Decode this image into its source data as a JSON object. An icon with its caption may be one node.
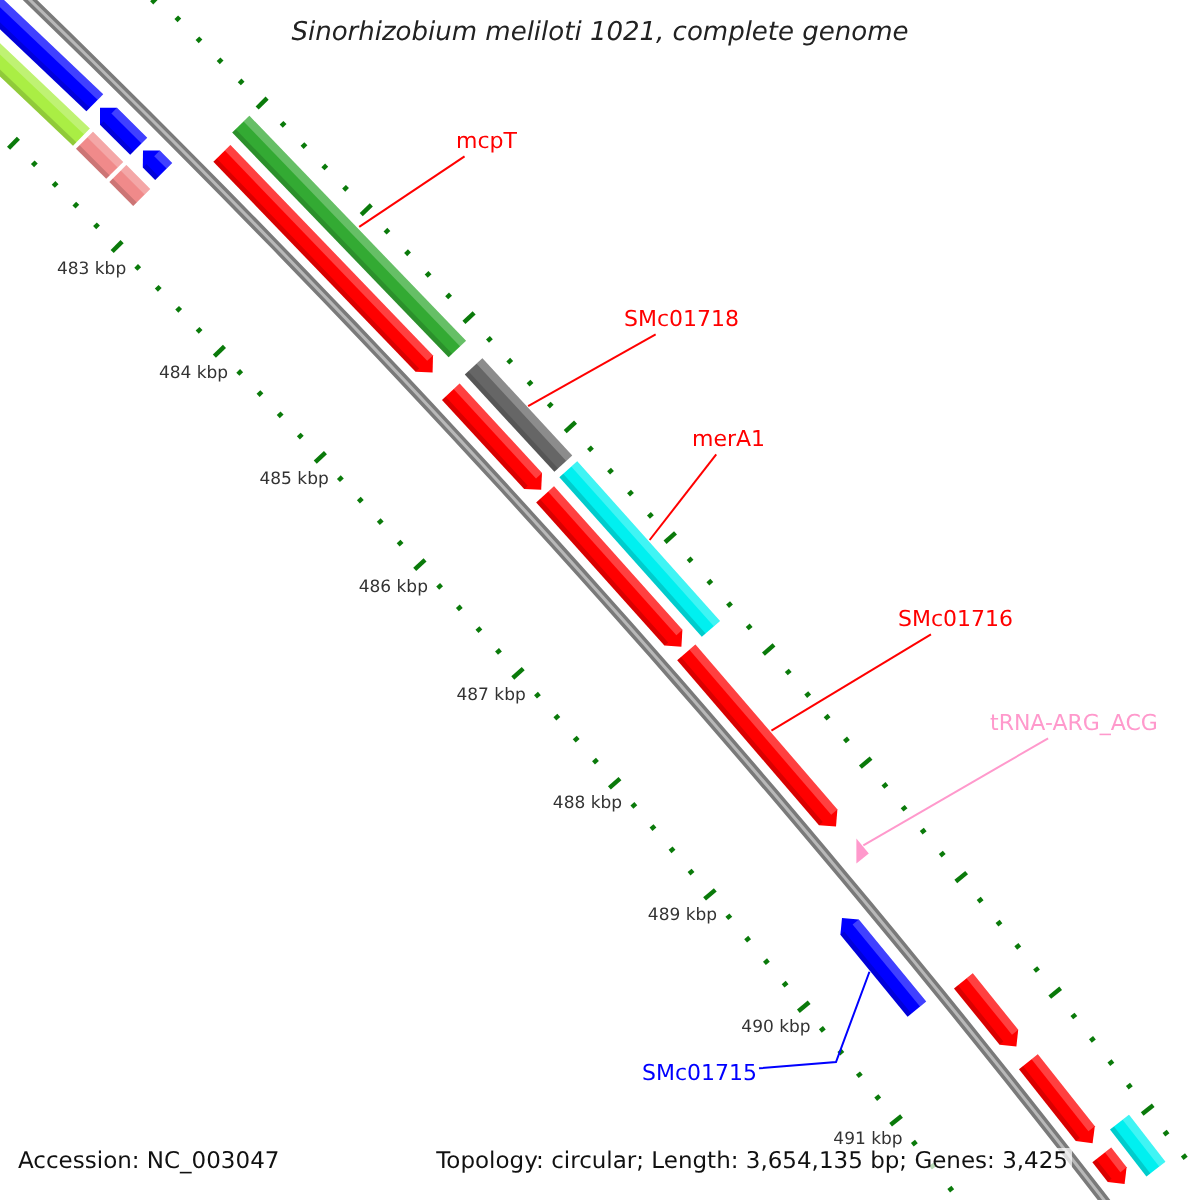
{
  "diagram": {
    "title": "Sinorhizobium meliloti 1021, complete genome",
    "nodes": [
      {
        "text": [
          "mcpT"
        ]
      },
      {
        "text": [],
        "shape": "bar"
      },
      {
        "text": [
          "SMc01718"
        ]
      },
      {
        "text": [],
        "shape": "bar"
      },
      {
        "text": [
          "merA1"
        ]
      },
      {
        "text": [],
        "shape": "bar"
      },
      {
        "text": [
          "SMc01716"
        ]
      },
      {
        "text": [],
        "shape": "arrow"
      },
      {
        "text": [
          "tRNA-ARG_ACG"
        ]
      },
      {
        "text": [],
        "shape": "triangle"
      },
      {
        "text": [
          "SMc01715"
        ]
      },
      {
        "text": [],
        "shape": "arrow"
      },
      {
        "text": [],
        "shape": "bar"
      },
      {
        "text": [],
        "shape": "arrow"
      },
      {
        "text": [],
        "shape": "arrow"
      },
      {
        "text": [],
        "shape": "bar"
      },
      {
        "text": [],
        "shape": "bar"
      },
      {
        "text": [],
        "shape": "bar"
      },
      {
        "text": [],
        "shape": "arrow"
      },
      {
        "text": [],
        "shape": "arrow"
      },
      {
        "text": [],
        "shape": "arrow"
      },
      {
        "text": [],
        "shape": "arrow"
      },
      {
        "text": [],
        "shape": "arrow"
      },
      {
        "text": [],
        "shape": "arrow"
      },
      {
        "text": [],
        "shape": "bar"
      }
    ],
    "edges": [
      {
        "from": 0,
        "to": 1,
        "arrow": "none"
      },
      {
        "from": 2,
        "to": 3,
        "arrow": "none"
      },
      {
        "from": 4,
        "to": 5,
        "arrow": "none"
      },
      {
        "from": 6,
        "to": 7,
        "arrow": "none"
      },
      {
        "from": 8,
        "to": 9,
        "arrow": "none",
        "color": "#ff99cc"
      },
      {
        "from": 10,
        "to": 11,
        "arrow": "none",
        "color": "#0000ff"
      }
    ],
    "labels": [
      "483 kbp",
      "484 kbp",
      "485 kbp",
      "486 kbp",
      "487 kbp",
      "488 kbp",
      "489 kbp",
      "490 kbp",
      "491 kbp",
      "Accession: NC_003047",
      "Topology: circular; Length: 3,654,135 bp; Genes: 3,425"
    ]
  }
}
